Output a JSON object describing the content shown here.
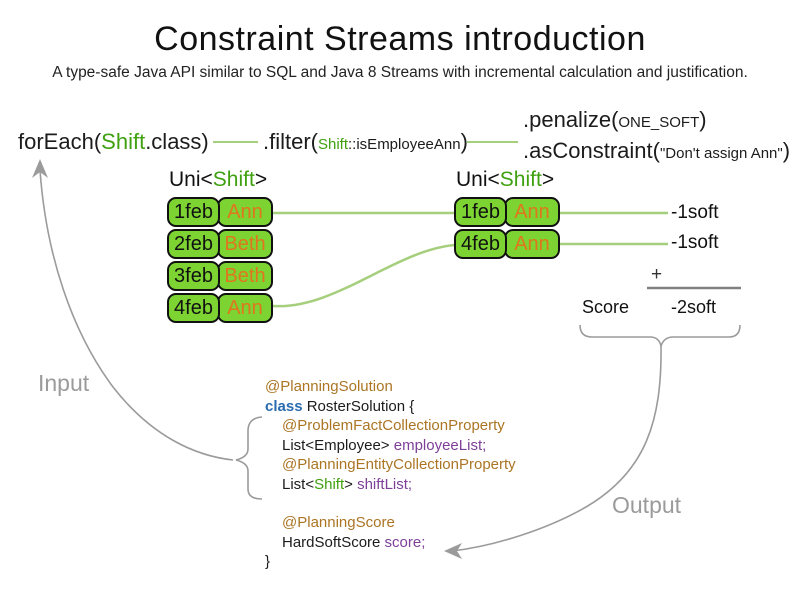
{
  "header": {
    "title": "Constraint Streams introduction",
    "subtitle": "A type-safe Java API similar to SQL and Java 8 Streams with incremental calculation and justification."
  },
  "expression": {
    "foreach_pre": "forEach(",
    "foreach_type": "Shift",
    "foreach_post": ".class)",
    "filter_pre": ".filter(",
    "filter_type": "Shift",
    "filter_method": "::isEmployeeAnn",
    "filter_post": ")",
    "penalize_pre": ".penalize(",
    "penalize_arg": "ONE_SOFT",
    "penalize_post": ")",
    "asconstraint_pre": ".asConstraint(",
    "asconstraint_arg": "\"Don't assign Ann\"",
    "asconstraint_post": ")"
  },
  "streams": {
    "left": {
      "label_pre": "Uni<",
      "label_type": "Shift",
      "label_post": ">",
      "rows": [
        {
          "date": "1feb",
          "name": "Ann"
        },
        {
          "date": "2feb",
          "name": "Beth"
        },
        {
          "date": "3feb",
          "name": "Beth"
        },
        {
          "date": "4feb",
          "name": "Ann"
        }
      ]
    },
    "right": {
      "label_pre": "Uni<",
      "label_type": "Shift",
      "label_post": ">",
      "rows": [
        {
          "date": "1feb",
          "name": "Ann"
        },
        {
          "date": "4feb",
          "name": "Ann"
        }
      ]
    }
  },
  "results": {
    "matches": [
      "-1soft",
      "-1soft"
    ],
    "plus_sign": "+",
    "score_label": "Score",
    "score_value": "-2soft"
  },
  "flow": {
    "input_label": "Input",
    "output_label": "Output"
  },
  "code": {
    "annotation_solution": "@PlanningSolution",
    "keyword_class": "class",
    "class_decl": " RosterSolution {",
    "annotation_problem_fact": "@ProblemFactCollectionProperty",
    "employee_type": "List<Employee> ",
    "employee_field": "employeeList;",
    "annotation_planning_entity": "@PlanningEntityCollectionProperty",
    "shift_type_pre": "List<",
    "shift_type_green": "Shift",
    "shift_type_post": "> ",
    "shift_field": "shiftList;",
    "annotation_planning_score": "@PlanningScore",
    "score_type": "HardSoftScore ",
    "score_field": "score;",
    "closing_brace": "}"
  },
  "colors": {
    "cell_green": "#7cd332",
    "connector_green": "#a6cf7d",
    "type_green": "#3fa110",
    "name_orange": "#e0761e",
    "annotation_brown": "#ab7524",
    "keyword_blue": "#2b6bb0",
    "field_purple": "#7d3f98",
    "flow_gray": "#9b9b9b",
    "sum_line_gray": "#808080"
  }
}
